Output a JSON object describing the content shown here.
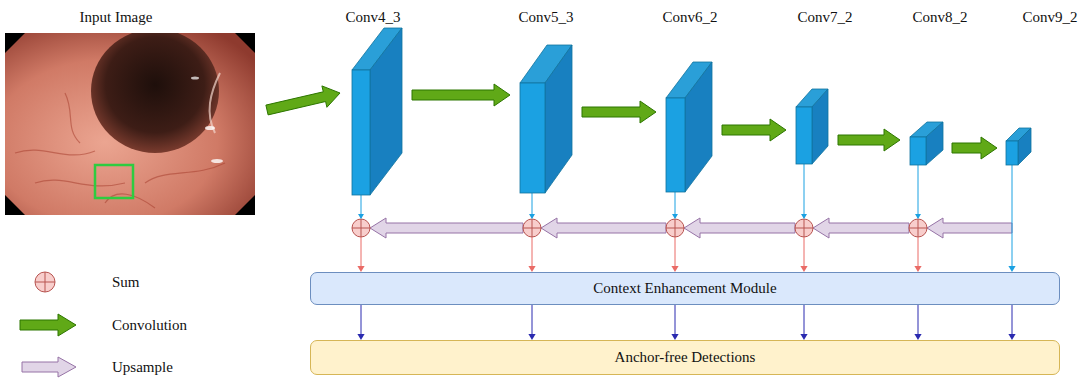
{
  "diagram": {
    "nodes": [
      {
        "text": [
          "Input Image"
        ]
      },
      {
        "text": [
          "Conv4_3"
        ]
      },
      {
        "text": [
          "Conv5_3"
        ]
      },
      {
        "text": [
          "Conv6_2"
        ]
      },
      {
        "text": [
          "Conv7_2"
        ]
      },
      {
        "text": [
          "Conv8_2"
        ]
      },
      {
        "text": [
          "Conv9_2"
        ]
      },
      {
        "text": [
          "Context Enhancement Module"
        ]
      },
      {
        "text": [
          "Anchor-free Detections"
        ]
      }
    ],
    "edges": [
      {
        "from": 0,
        "to": 1,
        "arrow": "to"
      },
      {
        "from": 1,
        "to": 2,
        "arrow": "to"
      },
      {
        "from": 2,
        "to": 3,
        "arrow": "to"
      },
      {
        "from": 3,
        "to": 4,
        "arrow": "to"
      },
      {
        "from": 4,
        "to": 5,
        "arrow": "to"
      },
      {
        "from": 5,
        "to": 6,
        "arrow": "to"
      },
      {
        "from": 1,
        "to": 7,
        "arrow": "to"
      },
      {
        "from": 2,
        "to": 7,
        "arrow": "to"
      },
      {
        "from": 3,
        "to": 7,
        "arrow": "to"
      },
      {
        "from": 4,
        "to": 7,
        "arrow": "to"
      },
      {
        "from": 5,
        "to": 7,
        "arrow": "to"
      },
      {
        "from": 6,
        "to": 7,
        "arrow": "to"
      },
      {
        "from": 7,
        "to": 8,
        "arrow": "to"
      },
      {
        "from": 7,
        "to": 8,
        "arrow": "to"
      },
      {
        "from": 7,
        "to": 8,
        "arrow": "to"
      },
      {
        "from": 7,
        "to": 8,
        "arrow": "to"
      },
      {
        "from": 7,
        "to": 8,
        "arrow": "to"
      },
      {
        "from": 7,
        "to": 8,
        "arrow": "to"
      }
    ],
    "legend": [
      {
        "text": "Sum"
      },
      {
        "text": "Convolution"
      },
      {
        "text": "Upsample"
      }
    ]
  }
}
